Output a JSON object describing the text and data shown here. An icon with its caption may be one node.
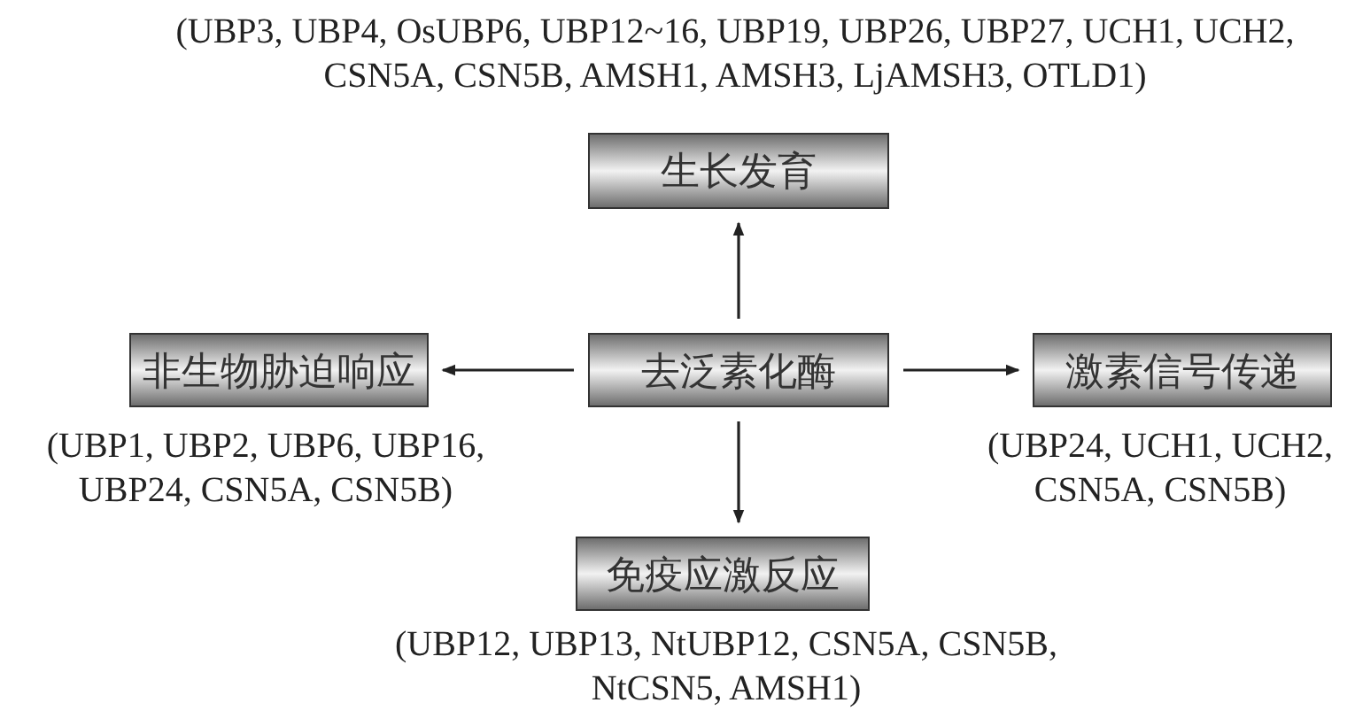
{
  "diagram": {
    "nodes": [
      {
        "text": [
          "去泛素化酶"
        ]
      },
      {
        "text": [
          "生长发育"
        ],
        "beside": [
          "(UBP3, UBP4, OsUBP6, UBP12~16, UBP19, UBP26, UBP27, UCH1, UCH2, CSN5A, CSN5B, AMSH1, AMSH3, LjAMSH3, OTLD1)"
        ]
      },
      {
        "text": [
          "非生物胁迫响应"
        ],
        "beside": [
          "(UBP1, UBP2, UBP6, UBP16, UBP24, CSN5A, CSN5B)"
        ]
      },
      {
        "text": [
          "激素信号传递"
        ],
        "beside": [
          "(UBP24, UCH1, UCH2, CSN5A, CSN5B)"
        ]
      },
      {
        "text": [
          "免疫应激反应"
        ],
        "beside": [
          "(UBP12, UBP13, NtUBP12, CSN5A, CSN5B, NtCSN5, AMSH1)"
        ]
      }
    ],
    "edges": [
      {
        "from": 0,
        "to": 1,
        "arrow": "to"
      },
      {
        "from": 0,
        "to": 2,
        "arrow": "to"
      },
      {
        "from": 0,
        "to": 3,
        "arrow": "to"
      },
      {
        "from": 0,
        "to": 4,
        "arrow": "to"
      }
    ]
  }
}
